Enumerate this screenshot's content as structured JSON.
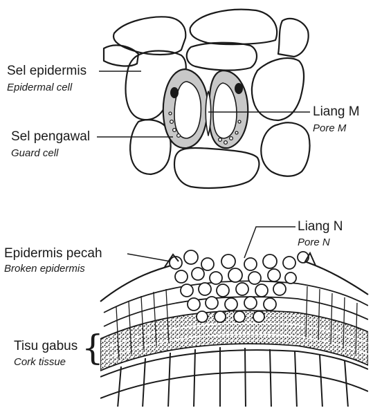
{
  "figure_top": {
    "labels": {
      "epidermal_ms": "Sel epidermis",
      "epidermal_en": "Epidermal cell",
      "guard_ms": "Sel pengawal",
      "guard_en": "Guard cell",
      "pore_m_ms": "Liang M",
      "pore_m_en": "Pore M"
    }
  },
  "figure_bottom": {
    "labels": {
      "pore_n_ms": "Liang N",
      "pore_n_en": "Pore N",
      "broken_ms": "Epidermis pecah",
      "broken_en": "Broken epidermis",
      "cork_ms": "Tisu gabus",
      "cork_en": "Cork tissue",
      "brace": "{"
    }
  },
  "colors": {
    "ink": "#1a1a1a",
    "guard_fill": "#c8c8c8",
    "background": "#ffffff"
  }
}
